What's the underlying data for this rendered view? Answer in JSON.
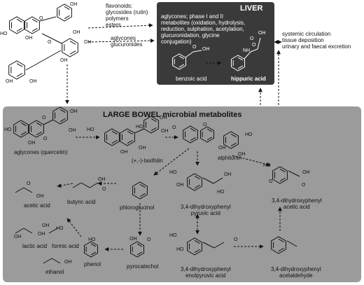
{
  "top_left": {
    "input_label": "flavonoids:\nglycosides (rutin)\npolymers\nesters",
    "absorbed_label": "aglycones\nglucuronides",
    "ring_labels": [
      "OH",
      "HO",
      "OH",
      "OH",
      "O",
      "O",
      "OH",
      "OH",
      "OH",
      "OH"
    ]
  },
  "liver": {
    "title": "LIVER",
    "description": "aglycones; phase I and II\nmetabolites (oxidation, hydrolysis,\nreduction, sulphation, acetylation,\nglucuronidation, glycine\nconjugation)",
    "benzoic_acid": "benzoic acid",
    "hippuric_acid": "hippuric acid",
    "atom_labels": [
      "OH",
      "O",
      "O",
      "OH",
      "NH",
      "O"
    ]
  },
  "outcomes": "systemic circulation\ntissue deposition\nurinary and faecal excretion",
  "bowel": {
    "title": "LARGE BOWEL microbial metabolites",
    "compounds": {
      "quercetin": "aglycones (quercetin)",
      "taxifolin": "(+,-)-taxifolin",
      "alphitonin": "alphitonin",
      "phloroglucinol": "phloroglucinol",
      "pyruvic": "3,4-dihydroxyphenyl\npyruvic acid",
      "acetic_phenyl": "3,4-dihydroxyphenyl\nacetic acid",
      "acetic": "acetic acid",
      "butyric": "butyric acid",
      "lactic": "lactic acid",
      "formic": "formic acid",
      "phenol": "phenol",
      "pyrocatechol": "pyrocatechol",
      "ethanol": "ethanol",
      "enolpyruvic": "3,4-dihydroxyphenyl\nenolpyruvic acid",
      "acetaldehyde": "3,4-dihydroxyphenyl\nacetaldehyde"
    },
    "atom_labels": [
      "OH",
      "HO",
      "OH",
      "OH",
      "O",
      "O",
      "HO",
      "OH",
      "OH",
      "OH",
      "HO",
      "OH",
      "O",
      "OH",
      "HO",
      "O",
      "OH",
      "HO",
      "OH",
      "OH",
      "HO",
      "HO",
      "O",
      "OH",
      "O",
      "O",
      "OH",
      "OH",
      "O",
      "OH",
      "OH",
      "OH",
      "HO",
      "HO",
      "O",
      "OH",
      "OH",
      "HO",
      "HO",
      "O"
    ]
  }
}
